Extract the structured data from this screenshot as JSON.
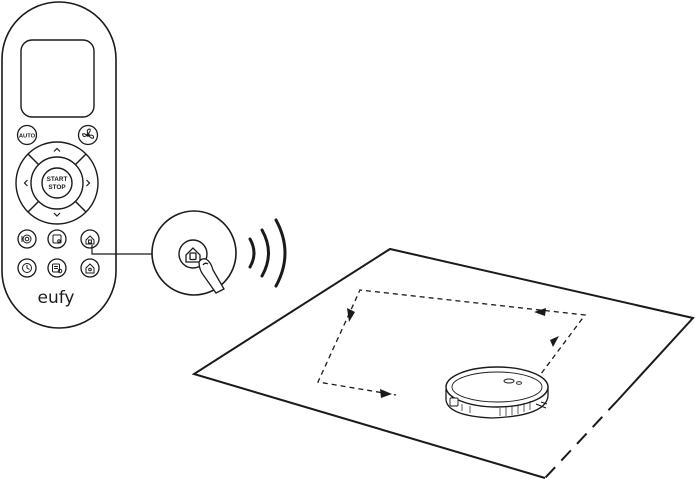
{
  "remote": {
    "auto_label": "AUTO",
    "start_label": "START",
    "stop_label": "STOP",
    "brand": "eufy"
  },
  "icons": {
    "fan": "fan-icon",
    "arrow_up": "chevron-up-icon",
    "arrow_down": "chevron-down-icon",
    "arrow_left": "chevron-left-icon",
    "arrow_right": "chevron-right-icon",
    "spot": "spot-clean-icon",
    "edge": "edge-clean-icon",
    "schedule": "clock-icon",
    "single_room": "single-room-icon",
    "home": "home-icon",
    "spot_single": "spot-single-icon",
    "signal": "signal-waves-icon",
    "robot": "robot-vacuum-icon"
  },
  "colors": {
    "ink": "#1a1a1a",
    "background": "#ffffff"
  }
}
